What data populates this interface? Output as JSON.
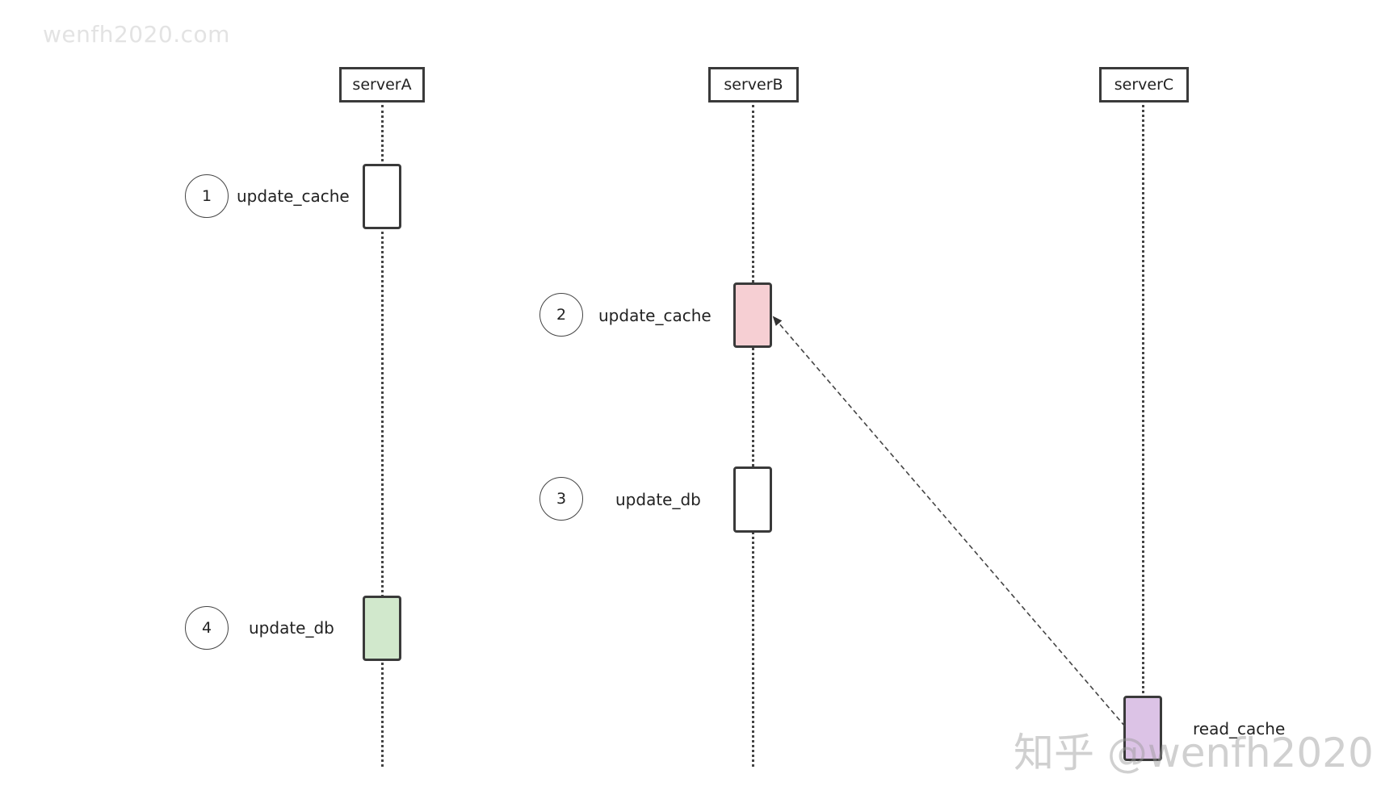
{
  "watermarks": {
    "top": "wenfh2020.com",
    "bottom": "知乎 @wenfh2020"
  },
  "servers": [
    {
      "label": "serverA"
    },
    {
      "label": "serverB"
    },
    {
      "label": "serverC"
    }
  ],
  "steps": [
    {
      "number": "1",
      "label": "update_cache",
      "server": "serverA",
      "color": "#ffffff"
    },
    {
      "number": "2",
      "label": "update_cache",
      "server": "serverB",
      "color": "#f6cfd3"
    },
    {
      "number": "3",
      "label": "update_db",
      "server": "serverB",
      "color": "#ffffff"
    },
    {
      "number": "4",
      "label": "update_db",
      "server": "serverA",
      "color": "#d1e8cc"
    }
  ],
  "read_step": {
    "label": "read_cache",
    "server": "serverC",
    "color": "#dcc3e6"
  },
  "arrow": {
    "from": "read_cache",
    "to": "step-2",
    "style": "dashed"
  }
}
